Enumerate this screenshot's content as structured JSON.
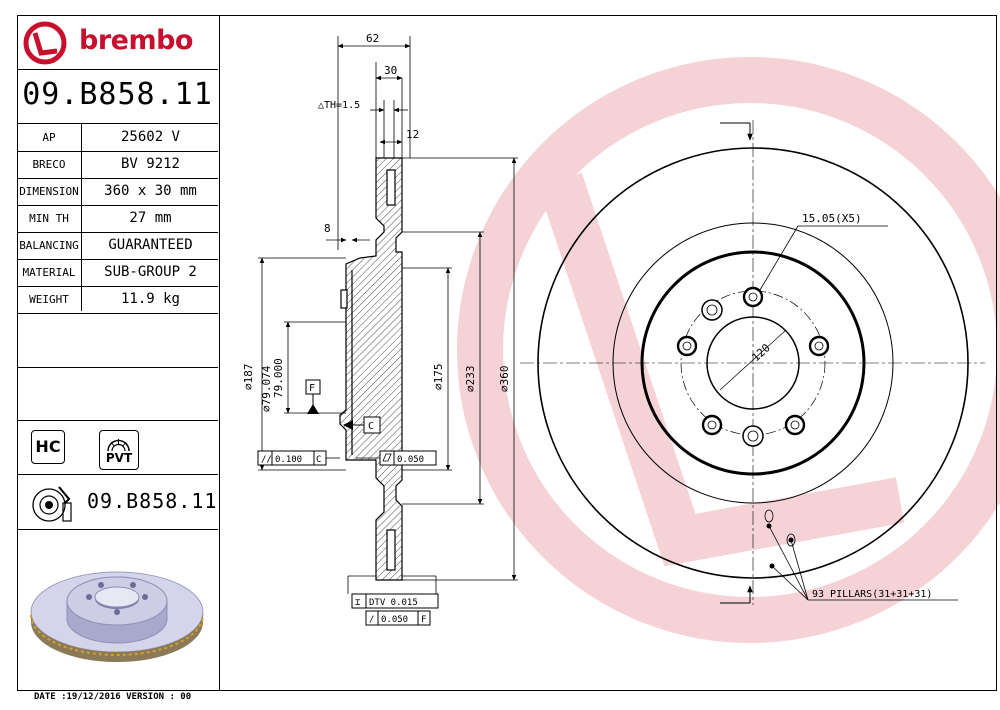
{
  "brand": {
    "name": "brembo",
    "color": "#c8102e"
  },
  "part_number": "09.B858.11",
  "specs": [
    {
      "key": "AP",
      "value": "25602 V"
    },
    {
      "key": "BRECO",
      "value": "BV 9212"
    },
    {
      "key": "DIMENSION",
      "value": "360 x 30 mm"
    },
    {
      "key": "MIN TH",
      "value": "27 mm"
    },
    {
      "key": "BALANCING",
      "value": "GUARANTEED"
    },
    {
      "key": "MATERIAL",
      "value": "SUB-GROUP 2"
    },
    {
      "key": "WEIGHT",
      "value": "11.9 kg"
    }
  ],
  "badges": {
    "hc": "HC",
    "pvt": "PVT"
  },
  "footer": {
    "date": "DATE :19/12/2016 VERSION : 00"
  },
  "drawing": {
    "dim_62": "62",
    "dim_30": "30",
    "dim_th": "△TH=1.5",
    "dim_12": "12",
    "dim_8": "8",
    "dim_187": "⌀187",
    "dim_79": "⌀79.074",
    "dim_79b": "79.000",
    "dim_175": "⌀175",
    "dim_233": "⌀233",
    "dim_360": "⌀360",
    "datum_f": "F",
    "datum_c": "C",
    "tol_parallel": "0.100",
    "tol_parallel_ref": "C",
    "tol_flat": "0.050",
    "tol_dtv": "DTV 0.015",
    "tol_runout": "0.050",
    "tol_runout_ref": "F",
    "holes": "15.05(X5)",
    "pcd": "120",
    "pillars": "93 PILLARS(31+31+31)"
  }
}
